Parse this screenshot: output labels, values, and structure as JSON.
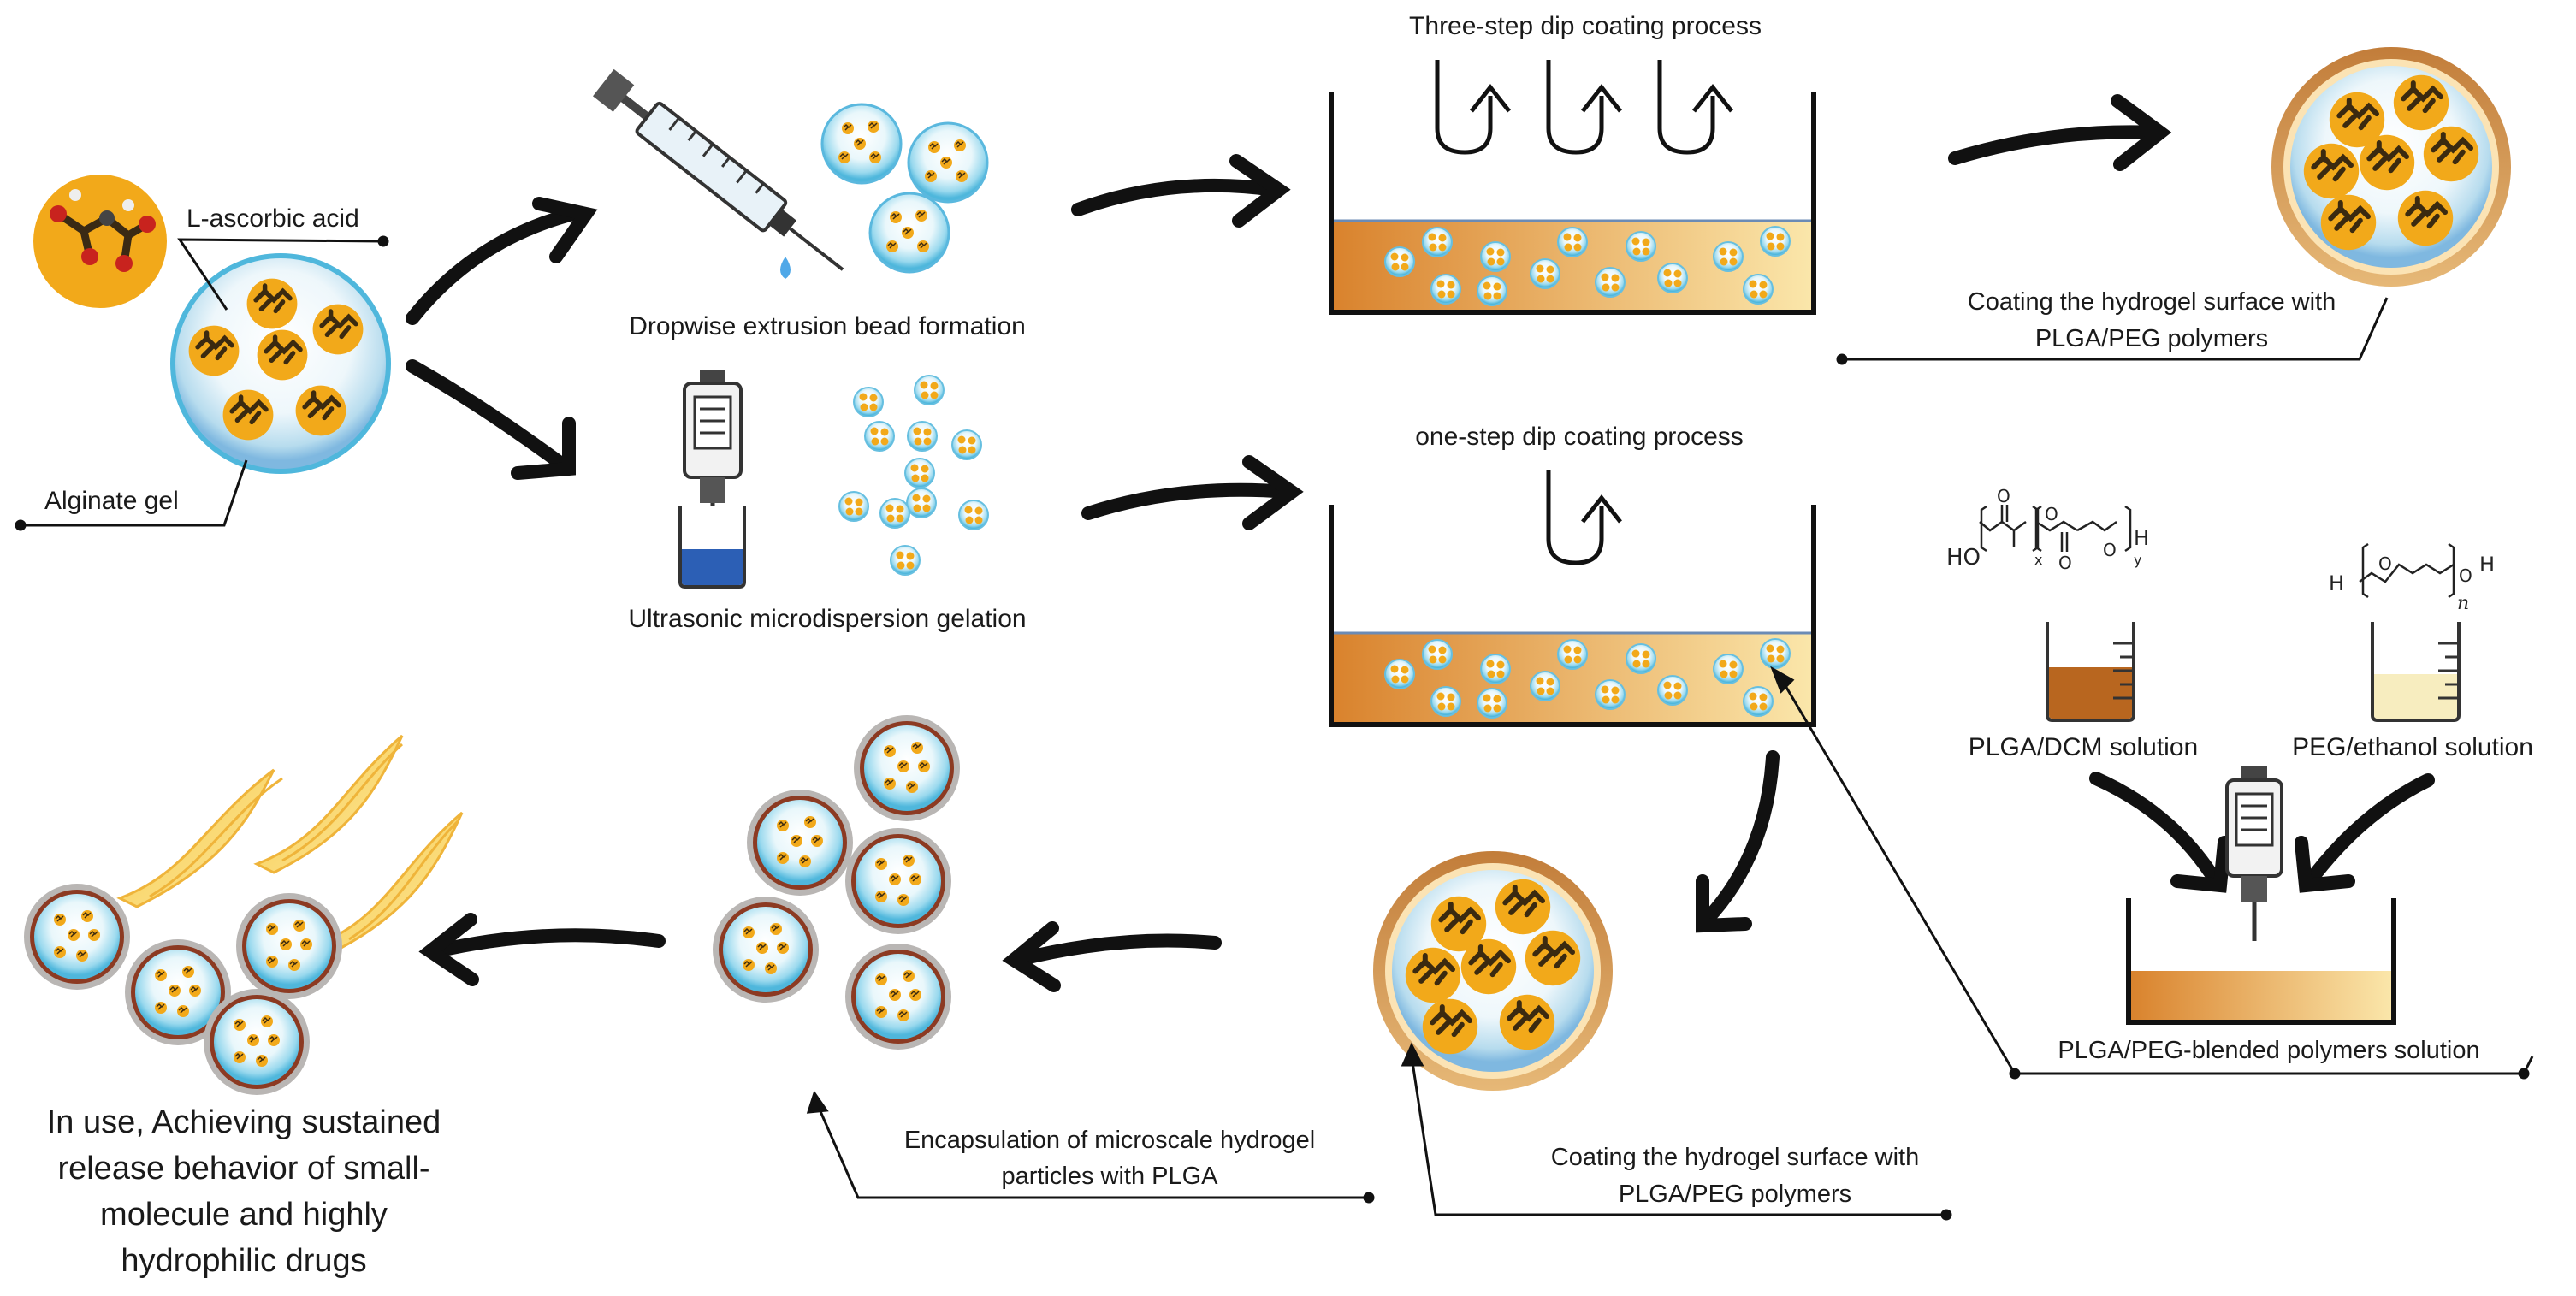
{
  "labels": {
    "ascorbic": "L-ascorbic acid",
    "alginate": "Alginate gel",
    "dropwise": "Dropwise extrusion bead formation",
    "ultrasonic": "Ultrasonic microdispersion gelation",
    "three_step": "Three-step dip coating process",
    "one_step": "one-step dip coating process",
    "coating_top_1": "Coating the hydrogel surface with",
    "coating_top_2": "PLGA/PEG polymers",
    "plga_dcm": "PLGA/DCM solution",
    "peg_ethanol": "PEG/ethanol solution",
    "blended": "PLGA/PEG-blended polymers solution",
    "coating_bottom_1": "Coating the hydrogel surface with",
    "coating_bottom_2": "PLGA/PEG polymers",
    "encap_1": "Encapsulation of microscale hydrogel",
    "encap_2": "particles with PLGA",
    "inuse_1": "In use, Achieving sustained",
    "inuse_2": "release behavior of small-",
    "inuse_3": "molecule and highly",
    "inuse_4": "hydrophilic drugs"
  },
  "chem": {
    "ho": "HO",
    "h": "H",
    "o": "O",
    "x": "x",
    "y": "y",
    "n": "n"
  },
  "colors": {
    "arrow": "#111111",
    "gel_orange": "#e08a2a",
    "gel_light": "#f8e0a8",
    "bead_blue": "#6fc9e6",
    "drug_yellow": "#f2a91a",
    "beaker_blue": "#2c5fb5",
    "plga_brown": "#b8661f",
    "peg_cream": "#f7edbf",
    "shell_brown": "#c98d4a"
  }
}
